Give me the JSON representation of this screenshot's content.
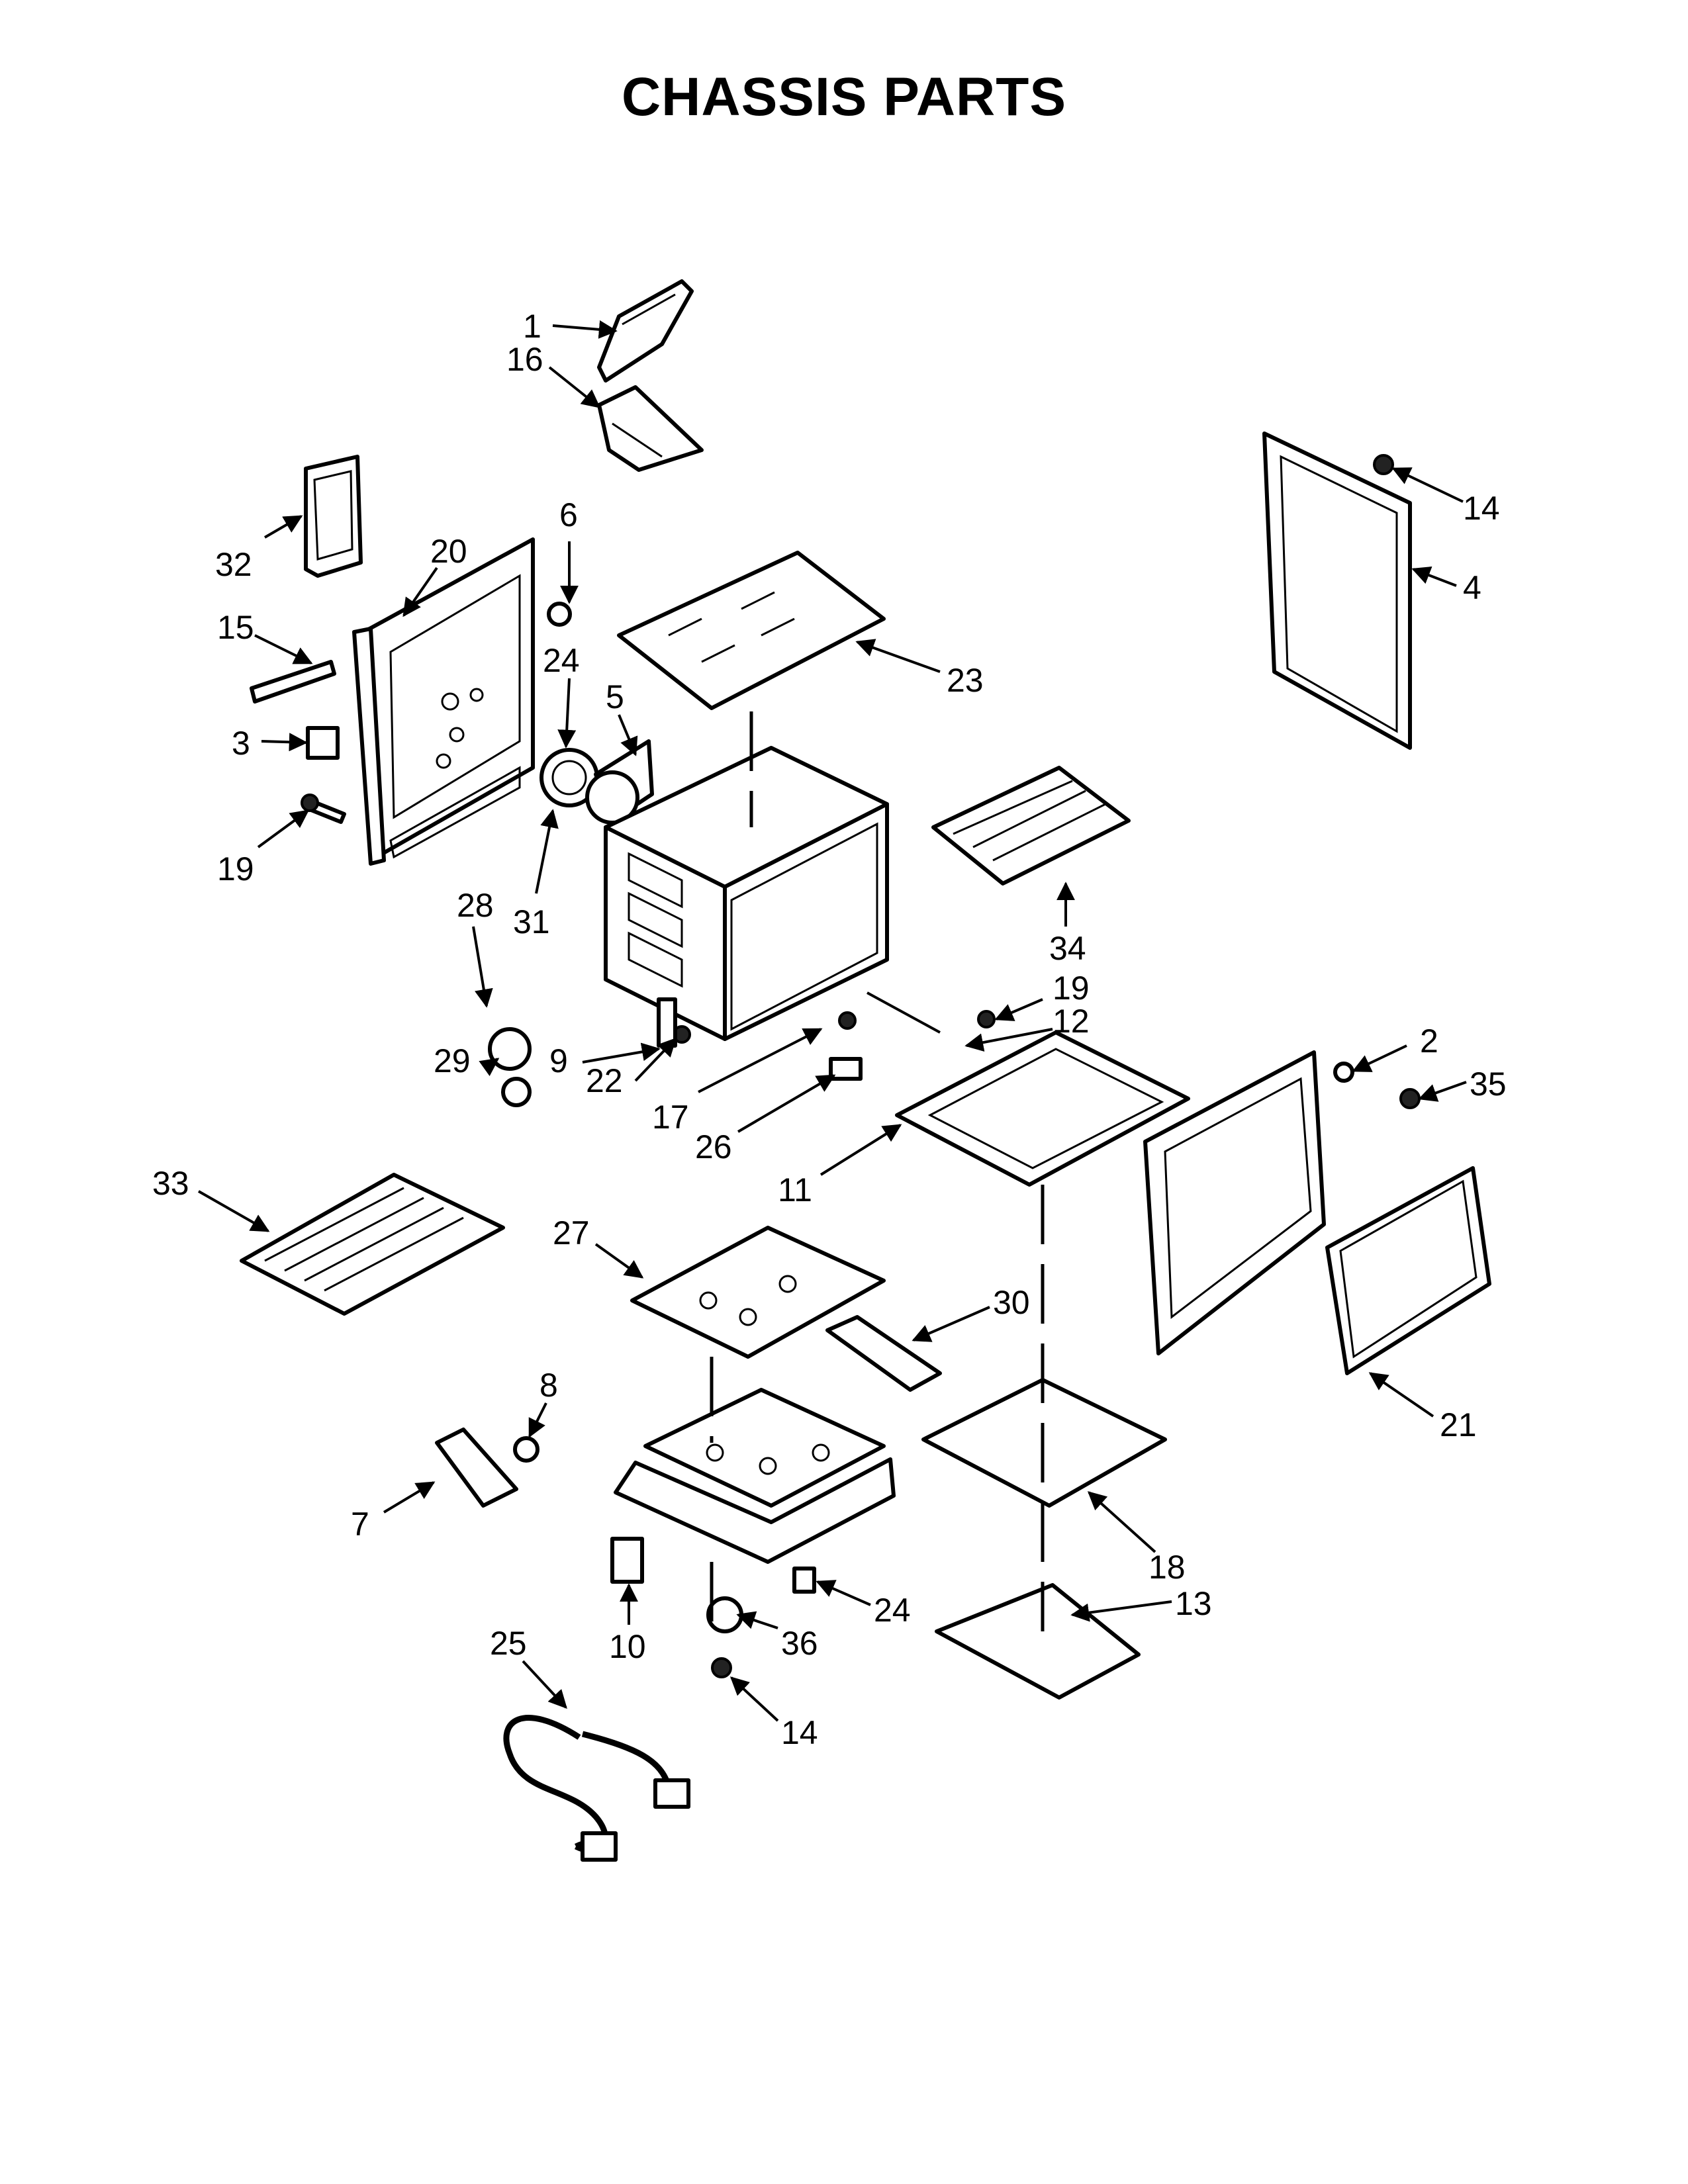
{
  "title": "CHASSIS PARTS",
  "callouts": [
    {
      "id": "c1",
      "text": "1"
    },
    {
      "id": "c16",
      "text": "16"
    },
    {
      "id": "c14a",
      "text": "14"
    },
    {
      "id": "c4",
      "text": "4"
    },
    {
      "id": "c32",
      "text": "32"
    },
    {
      "id": "c6",
      "text": "6"
    },
    {
      "id": "c20",
      "text": "20"
    },
    {
      "id": "c15",
      "text": "15"
    },
    {
      "id": "c24a",
      "text": "24"
    },
    {
      "id": "c23",
      "text": "23"
    },
    {
      "id": "c5",
      "text": "5"
    },
    {
      "id": "c3",
      "text": "3"
    },
    {
      "id": "c19a",
      "text": "19"
    },
    {
      "id": "c31",
      "text": "31"
    },
    {
      "id": "c28",
      "text": "28"
    },
    {
      "id": "c34",
      "text": "34"
    },
    {
      "id": "c19b",
      "text": "19"
    },
    {
      "id": "c12",
      "text": "12"
    },
    {
      "id": "c2",
      "text": "2"
    },
    {
      "id": "c35",
      "text": "35"
    },
    {
      "id": "c9",
      "text": "9"
    },
    {
      "id": "c29",
      "text": "29"
    },
    {
      "id": "c22",
      "text": "22"
    },
    {
      "id": "c17",
      "text": "17"
    },
    {
      "id": "c26",
      "text": "26"
    },
    {
      "id": "c11",
      "text": "11"
    },
    {
      "id": "c33",
      "text": "33"
    },
    {
      "id": "c27",
      "text": "27"
    },
    {
      "id": "c30",
      "text": "30"
    },
    {
      "id": "c21",
      "text": "21"
    },
    {
      "id": "c8",
      "text": "8"
    },
    {
      "id": "c7",
      "text": "7"
    },
    {
      "id": "c18",
      "text": "18"
    },
    {
      "id": "c10",
      "text": "10"
    },
    {
      "id": "c24b",
      "text": "24"
    },
    {
      "id": "c13",
      "text": "13"
    },
    {
      "id": "c36",
      "text": "36"
    },
    {
      "id": "c25",
      "text": "25"
    },
    {
      "id": "c14b",
      "text": "14"
    }
  ]
}
